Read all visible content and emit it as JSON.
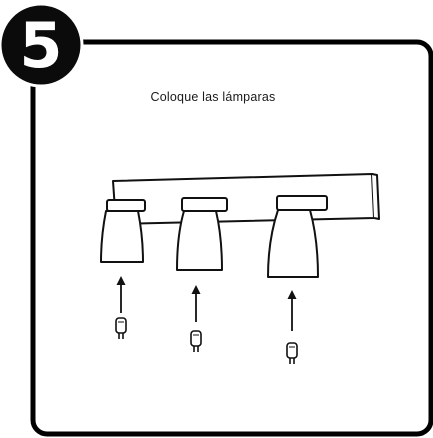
{
  "step": {
    "number": "5"
  },
  "instruction": {
    "caption": "Coloque las lámparas"
  },
  "fixture": {
    "lamp_count": 3
  },
  "colors": {
    "stroke": "#111111",
    "frame": "#000000",
    "background": "#ffffff"
  }
}
